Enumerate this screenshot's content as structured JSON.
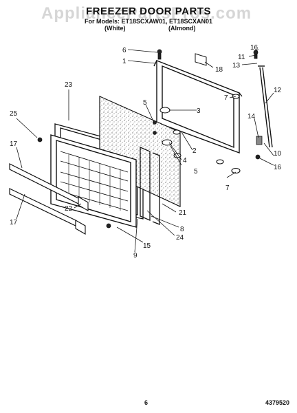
{
  "header": {
    "watermark": "AppliancePartsPros.com",
    "title": "FREEZER DOOR PARTS",
    "models": "For Models: ET18SCXAW01, ET18SCXAN01",
    "color_white": "(White)",
    "color_almond": "(Almond)"
  },
  "callouts": {
    "c1": "1",
    "c2": "2",
    "c3": "3",
    "c4": "4",
    "c5a": "5",
    "c5b": "5",
    "c6": "6",
    "c7a": "7",
    "c7b": "7",
    "c8": "8",
    "c9": "9",
    "c10": "10",
    "c11": "11",
    "c12": "12",
    "c13": "13",
    "c14": "14",
    "c15": "15",
    "c16a": "16",
    "c16b": "16",
    "c17a": "17",
    "c17b": "17",
    "c18": "18",
    "c21": "21",
    "c22": "22",
    "c23": "23",
    "c24": "24",
    "c25": "25"
  },
  "footer": {
    "page_number": "6",
    "document_number": "4379520"
  }
}
